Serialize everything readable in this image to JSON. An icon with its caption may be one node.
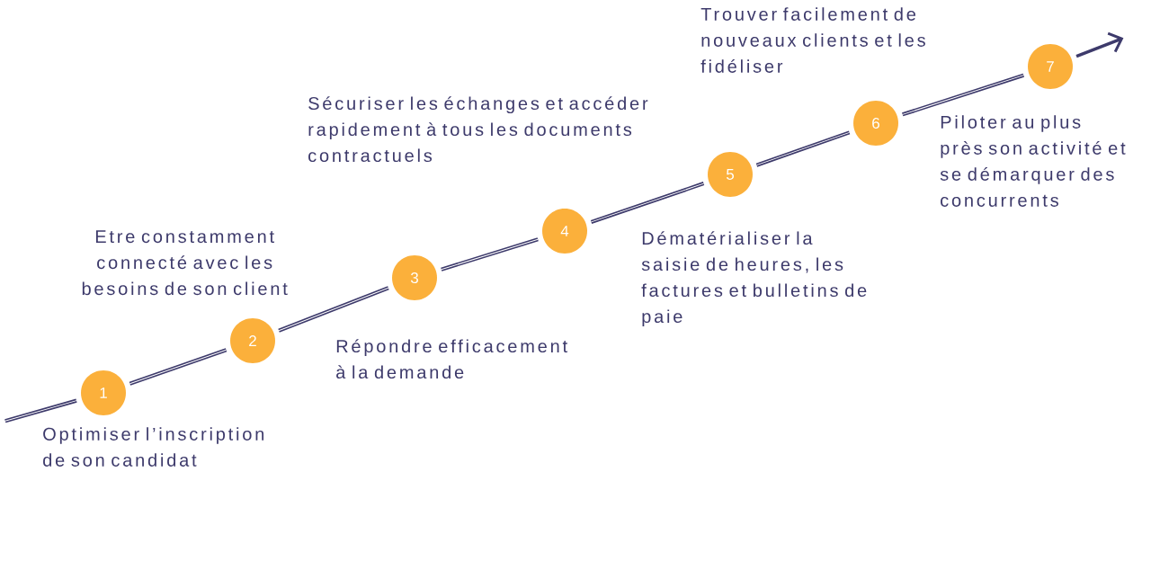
{
  "diagram": {
    "nodes": [
      {
        "text": [
          "1"
        ],
        "beside": [
          "Optimiser l’inscription de son candidat"
        ]
      },
      {
        "text": [
          "2"
        ],
        "beside": [
          "Etre constamment connecté avec les besoins de son client"
        ]
      },
      {
        "text": [
          "3"
        ],
        "beside": [
          "Répondre efficacement à la demande"
        ]
      },
      {
        "text": [
          "4"
        ],
        "beside": [
          "Sécuriser les échanges et accéder rapidement à tous les documents contractuels"
        ]
      },
      {
        "text": [
          "5"
        ],
        "beside": [
          "Dématérialiser la saisie de heures, les factures et bulletins de paie"
        ]
      },
      {
        "text": [
          "6"
        ],
        "beside": [
          "Trouver facilement de nouveaux clients et les fidéliser"
        ]
      },
      {
        "text": [
          "7"
        ],
        "beside": [
          "Piloter au plus près son activité et se démarquer des concurrents"
        ]
      }
    ],
    "edges": [
      {
        "from": null,
        "to": 0,
        "arrow": "none"
      },
      {
        "from": 0,
        "to": 1,
        "arrow": "none"
      },
      {
        "from": 1,
        "to": 2,
        "arrow": "none"
      },
      {
        "from": 2,
        "to": 3,
        "arrow": "none"
      },
      {
        "from": 3,
        "to": 4,
        "arrow": "none"
      },
      {
        "from": 4,
        "to": 5,
        "arrow": "none"
      },
      {
        "from": 5,
        "to": 6,
        "arrow": "none"
      },
      {
        "from": 6,
        "to": null,
        "arrow": "to"
      }
    ]
  }
}
